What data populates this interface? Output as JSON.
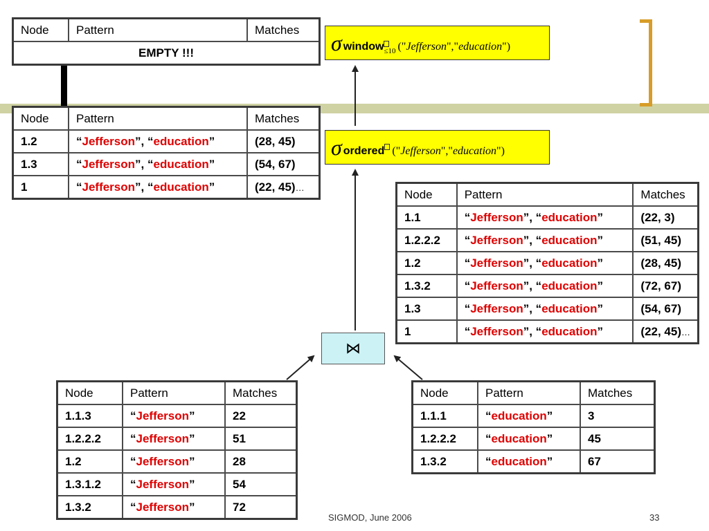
{
  "table_empty": {
    "headers": [
      "Node",
      "Pattern",
      "Matches"
    ],
    "message": "EMPTY !!!"
  },
  "table_window_input": {
    "headers": [
      "Node",
      "Pattern",
      "Matches"
    ],
    "rows": [
      {
        "node": "1.2",
        "p1": "Jefferson",
        "p2": "education",
        "matches": "(28, 45)",
        "more": ""
      },
      {
        "node": "1.3",
        "p1": "Jefferson",
        "p2": "education",
        "matches": "(54, 67)",
        "more": ""
      },
      {
        "node": "1",
        "p1": "Jefferson",
        "p2": "education",
        "matches": "(22, 45)",
        "more": "…"
      }
    ]
  },
  "table_join_output": {
    "headers": [
      "Node",
      "Pattern",
      "Matches"
    ],
    "rows": [
      {
        "node": "1.1",
        "p1": "Jefferson",
        "p2": "education",
        "matches": "(22, 3)",
        "more": ""
      },
      {
        "node": "1.2.2.2",
        "p1": "Jefferson",
        "p2": "education",
        "matches": "(51, 45)",
        "more": ""
      },
      {
        "node": "1.2",
        "p1": "Jefferson",
        "p2": "education",
        "matches": "(28, 45)",
        "more": ""
      },
      {
        "node": "1.3.2",
        "p1": "Jefferson",
        "p2": "education",
        "matches": "(72, 67)",
        "more": ""
      },
      {
        "node": "1.3",
        "p1": "Jefferson",
        "p2": "education",
        "matches": "(54, 67)",
        "more": ""
      },
      {
        "node": "1",
        "p1": "Jefferson",
        "p2": "education",
        "matches": "(22, 45)",
        "more": "…"
      }
    ]
  },
  "table_jefferson": {
    "headers": [
      "Node",
      "Pattern",
      "Matches"
    ],
    "rows": [
      {
        "node": "1.1.3",
        "pattern": "Jefferson",
        "matches": "22"
      },
      {
        "node": "1.2.2.2",
        "pattern": "Jefferson",
        "matches": "51"
      },
      {
        "node": "1.2",
        "pattern": "Jefferson",
        "matches": "28"
      },
      {
        "node": "1.3.1.2",
        "pattern": "Jefferson",
        "matches": "54"
      },
      {
        "node": "1.3.2",
        "pattern": "Jefferson",
        "matches": "72"
      }
    ]
  },
  "table_education": {
    "headers": [
      "Node",
      "Pattern",
      "Matches"
    ],
    "rows": [
      {
        "node": "1.1.1",
        "pattern": "education",
        "matches": "3"
      },
      {
        "node": "1.2.2.2",
        "pattern": "education",
        "matches": "45"
      },
      {
        "node": "1.3.2",
        "pattern": "education",
        "matches": "67"
      }
    ]
  },
  "op_window": {
    "sigma": "σ",
    "name": "window",
    "subscript": "≤10",
    "args_open": "(\"",
    "arg1": "Jefferson",
    "sep": "\",\"",
    "arg2": "education",
    "args_close": "\")"
  },
  "op_ordered": {
    "sigma": "σ",
    "name": "ordered",
    "args_open": " (\"",
    "arg1": "Jefferson",
    "sep": "\",\"",
    "arg2": "education",
    "args_close": "\")"
  },
  "join_symbol": "⋈",
  "footer": {
    "venue": "SIGMOD, June 2006",
    "page": "33"
  },
  "colors": {
    "highlight_text": "#e00000",
    "operator_box": "#ffff00",
    "join_box": "#ccf2f5",
    "band": "#cfd2a3",
    "bracket": "#d79d28"
  }
}
